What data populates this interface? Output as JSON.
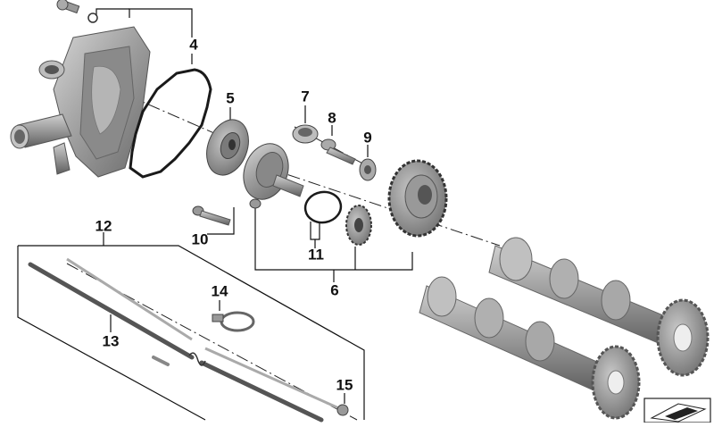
{
  "diagram": {
    "callouts": [
      {
        "id": "4",
        "label": "4"
      },
      {
        "id": "5",
        "label": "5"
      },
      {
        "id": "6",
        "label": "6"
      },
      {
        "id": "7",
        "label": "7"
      },
      {
        "id": "8",
        "label": "8"
      },
      {
        "id": "9",
        "label": "9"
      },
      {
        "id": "10",
        "label": "10"
      },
      {
        "id": "11",
        "label": "11"
      },
      {
        "id": "12",
        "label": "12"
      },
      {
        "id": "13",
        "label": "13"
      },
      {
        "id": "14",
        "label": "14"
      },
      {
        "id": "15",
        "label": "15"
      }
    ],
    "parts": [
      {
        "name": "water-pump-housing"
      },
      {
        "name": "gasket"
      },
      {
        "name": "impeller"
      },
      {
        "name": "pump-shaft-assembly"
      },
      {
        "name": "bearing-bushing"
      },
      {
        "name": "bolt"
      },
      {
        "name": "washer"
      },
      {
        "name": "drive-gear"
      },
      {
        "name": "small-gear"
      },
      {
        "name": "o-ring"
      },
      {
        "name": "camshaft-upper"
      },
      {
        "name": "camshaft-lower"
      },
      {
        "name": "rod"
      },
      {
        "name": "hose-clamp"
      },
      {
        "name": "retaining-strap"
      }
    ],
    "colors": {
      "line": "#111111",
      "part": "#9a9a9a",
      "part_dark": "#6e6e6e",
      "part_light": "#c8c8c8"
    },
    "icon": "view-direction-icon"
  }
}
